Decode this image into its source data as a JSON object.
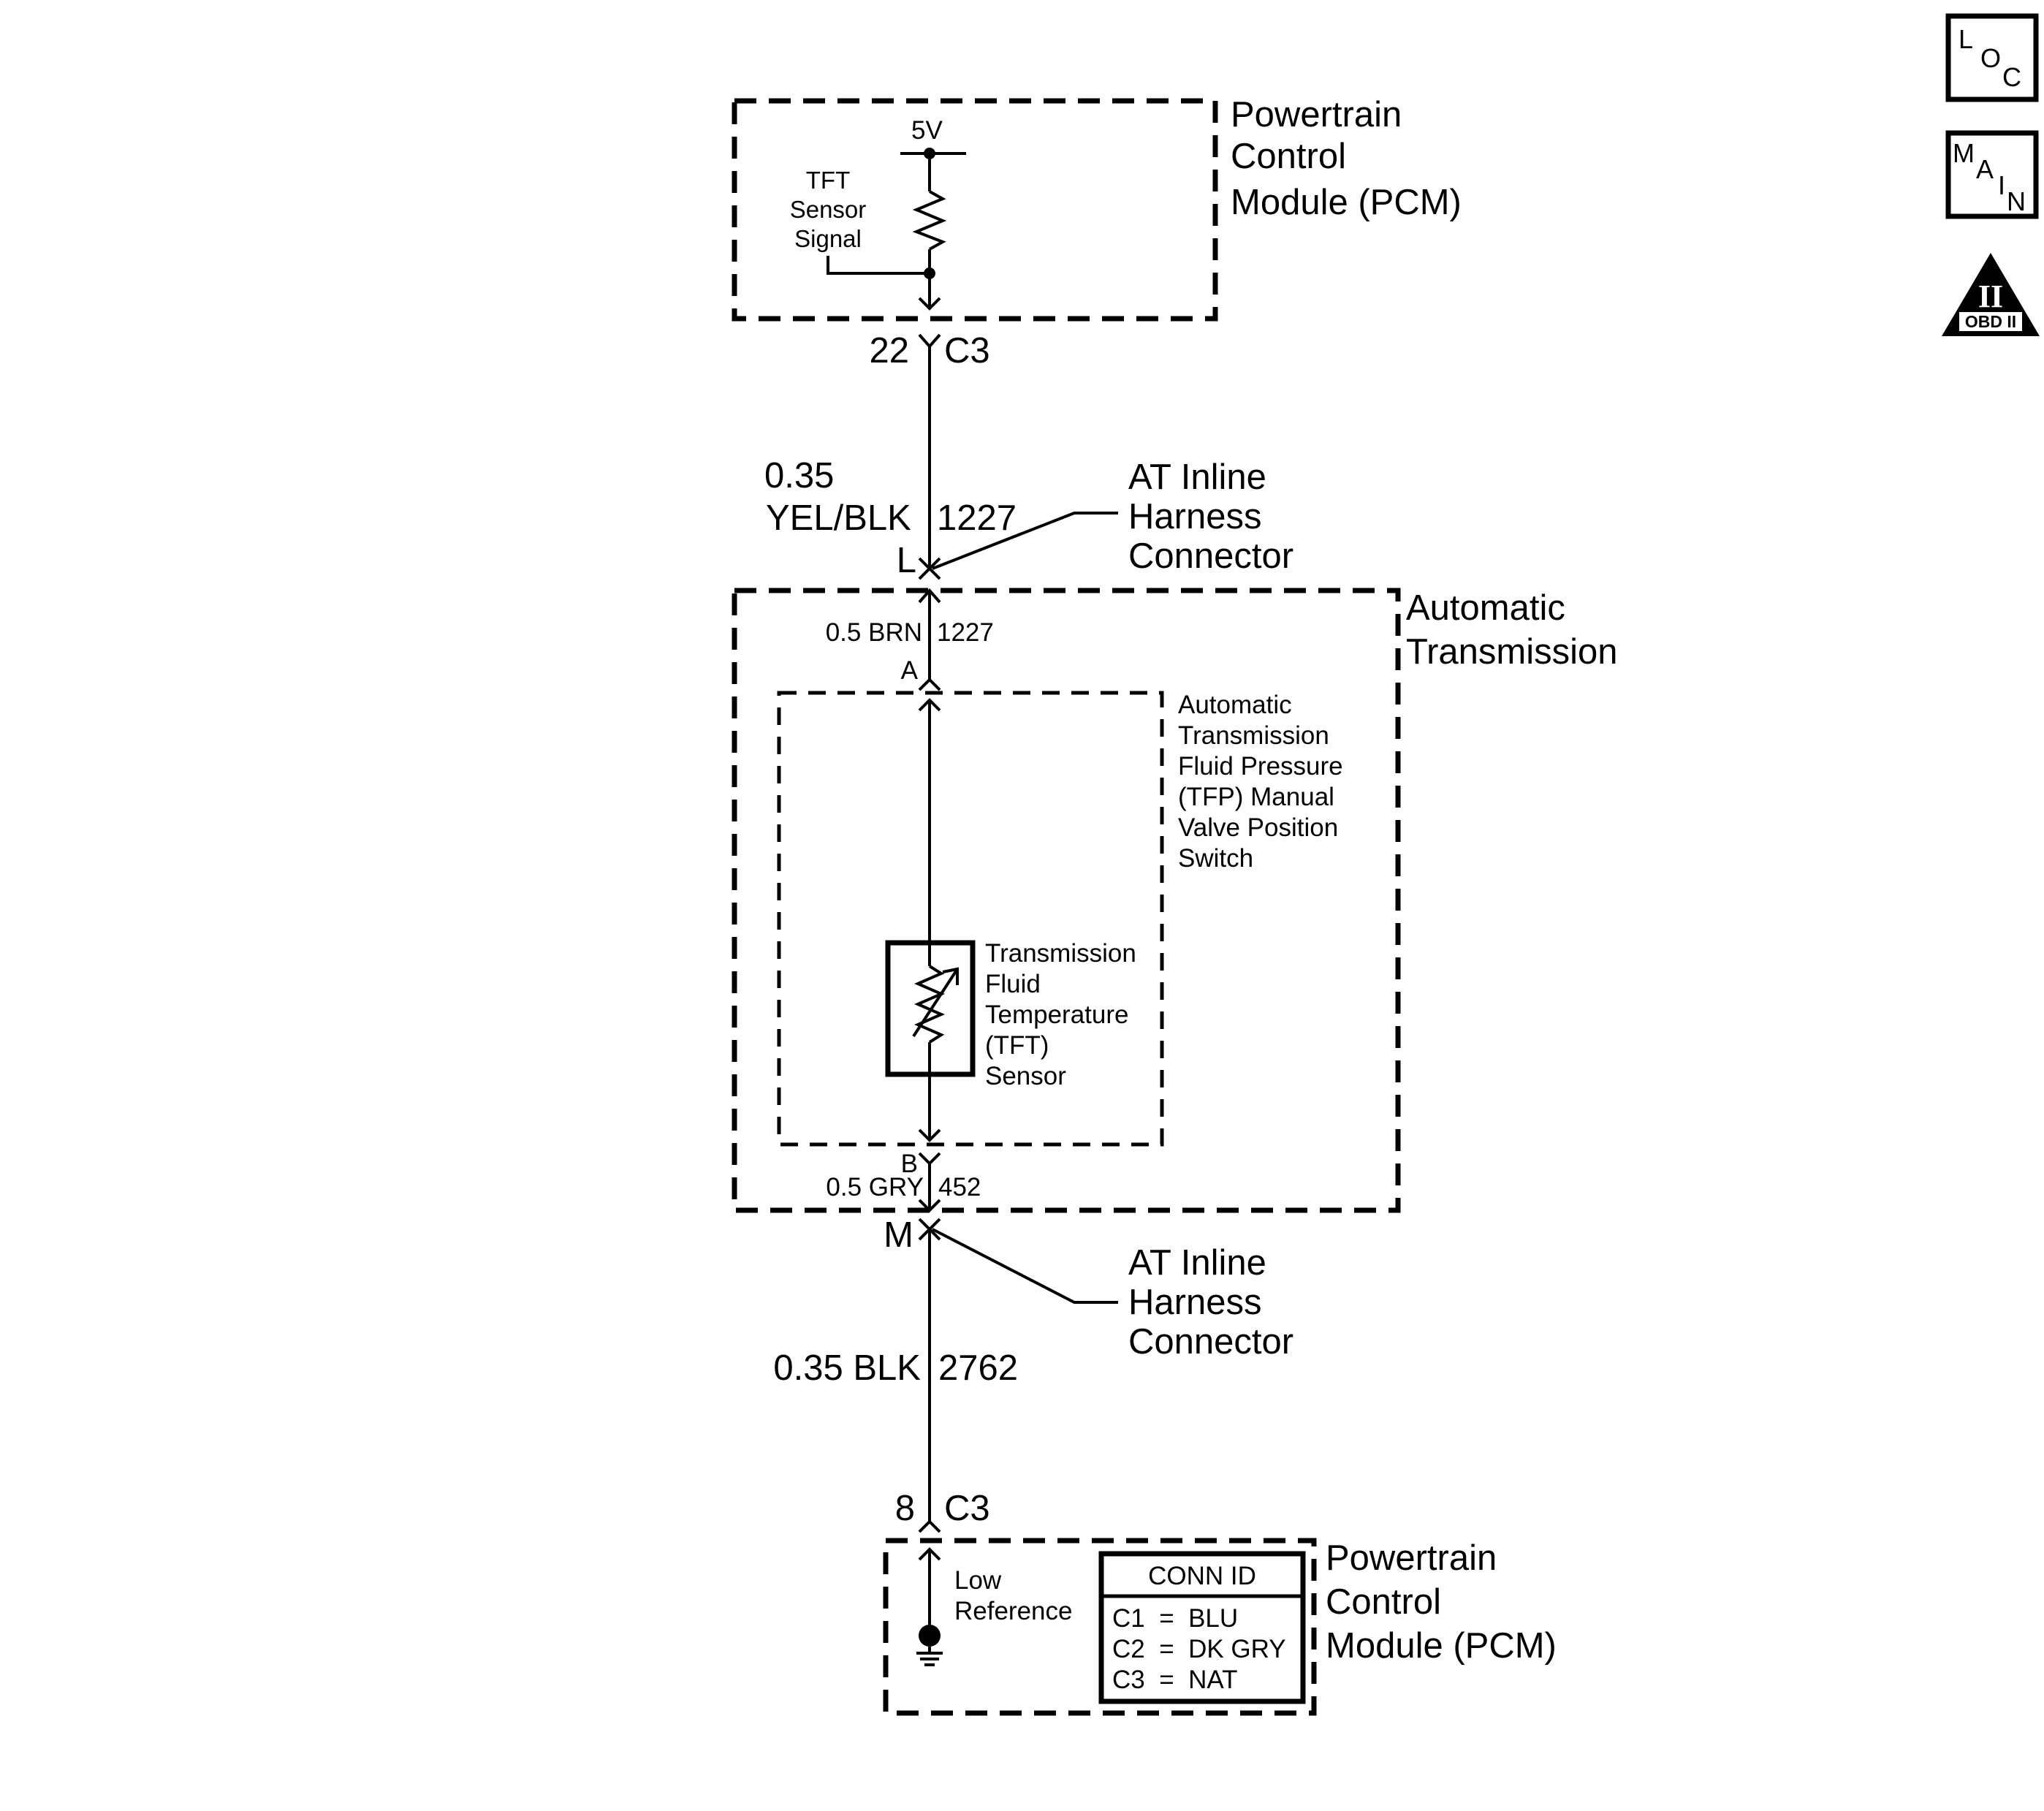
{
  "pcm_top": {
    "name": [
      "Powertrain",
      "Control",
      "Module (PCM)"
    ],
    "voltage": "5V",
    "signal": [
      "TFT",
      "Sensor",
      "Signal"
    ],
    "pin": "22",
    "connector": "C3"
  },
  "wire_upper": {
    "gauge": "0.35",
    "color": "YEL/BLK",
    "circuit": "1227",
    "pin": "L",
    "connector_label": [
      "AT Inline",
      "Harness",
      "Connector"
    ]
  },
  "transmission": {
    "name": [
      "Automatic",
      "Transmission"
    ],
    "wire_top": "0.5 BRN",
    "circuit_top": "1227",
    "pin_top": "A",
    "tfp_switch": [
      "Automatic",
      "Transmission",
      "Fluid Pressure",
      "(TFP) Manual",
      "Valve Position",
      "Switch"
    ],
    "tft_sensor": [
      "Transmission",
      "Fluid",
      "Temperature",
      "(TFT)",
      "Sensor"
    ],
    "pin_bottom": "B",
    "wire_bottom": "0.5 GRY",
    "circuit_bottom": "452"
  },
  "wire_lower": {
    "pin": "M",
    "connector_label": [
      "AT Inline",
      "Harness",
      "Connector"
    ],
    "gauge_color": "0.35 BLK",
    "circuit": "2762"
  },
  "pcm_bottom": {
    "pin": "8",
    "connector": "C3",
    "signal": [
      "Low",
      "Reference"
    ],
    "name": [
      "Powertrain",
      "Control",
      "Module (PCM)"
    ],
    "conn_id": {
      "title": "CONN ID",
      "rows": [
        "C1  =  BLU",
        "C2  =  DK GRY",
        "C3  =  NAT"
      ]
    }
  },
  "badges": {
    "loc": [
      "L",
      "O",
      "C"
    ],
    "main": [
      "M",
      "A",
      "I",
      "N"
    ],
    "obd": {
      "numeral": "II",
      "label": "OBD II"
    }
  }
}
